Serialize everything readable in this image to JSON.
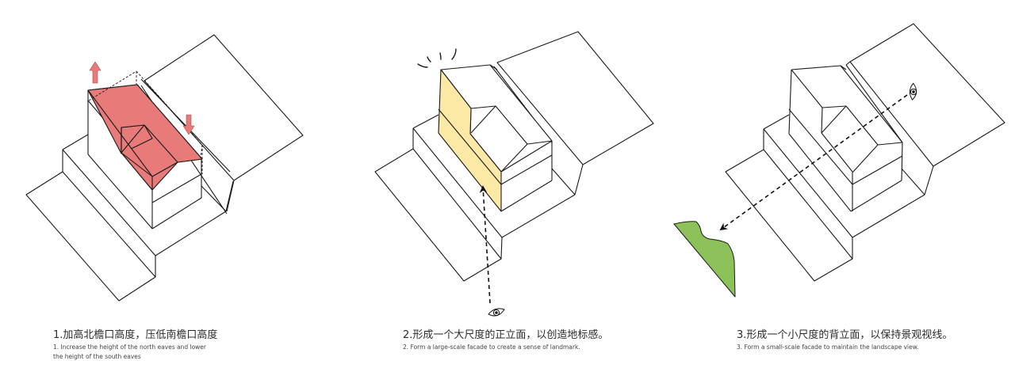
{
  "diagram": {
    "colors": {
      "stroke": "#1a1a1a",
      "raised_roof": "#E87A7A",
      "arrow_fill": "#E87A7A",
      "landmark_facade": "#FBE9A5",
      "landscape": "#8DC25A",
      "background": "#FFFFFF"
    },
    "panels": [
      {
        "id": "panel-1",
        "highlight": "raised-north-eaves-roof",
        "annotations": [
          "up-arrow",
          "down-arrow",
          "dashed-original-roof-outline"
        ]
      },
      {
        "id": "panel-2",
        "highlight": "large-scale-front-facade",
        "annotations": [
          "emphasis-marks",
          "eye-icon",
          "sightline-arrow-up"
        ]
      },
      {
        "id": "panel-3",
        "highlight": "landscape-green-patch",
        "annotations": [
          "eye-icon",
          "sightline-arrow-down-left"
        ]
      }
    ]
  },
  "captions": [
    {
      "zh": "1.加高北檐口高度，压低南檐口高度",
      "en_line1": "1. Increase the height of the north eaves and lower",
      "en_line2": "the height of the south eaves"
    },
    {
      "zh": "2.形成一个大尺度的正立面，以创造地标感。",
      "en_line1": "2. Form a large-scale facade to create a sense of landmark.",
      "en_line2": ""
    },
    {
      "zh": "3.形成一个小尺度的背立面，以保持景观视线。",
      "en_line1": "3. Form a small-scale facade to maintain the landscape view.",
      "en_line2": ""
    }
  ]
}
